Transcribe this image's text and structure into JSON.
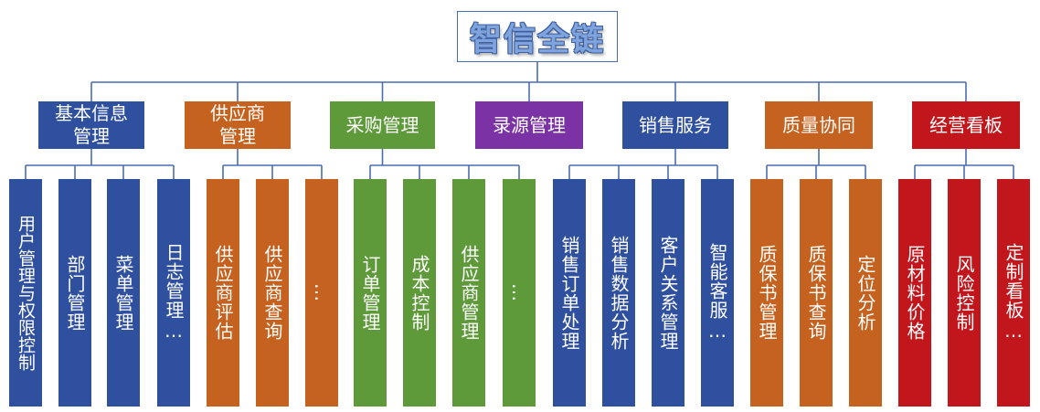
{
  "root": {
    "title": "智信全链"
  },
  "colors": {
    "blue": "#2f4f9f",
    "orange": "#c5621f",
    "green": "#5f9a3a",
    "purple": "#7b32a4",
    "red": "#c0161c",
    "line": "#4a6db0"
  },
  "categories": [
    {
      "label": "基本信息\n管理",
      "color": "blue",
      "children": [
        "用户管理与权限控制",
        "部门管理",
        "菜单管理",
        "日志管理…"
      ]
    },
    {
      "label": "供应商\n管理",
      "color": "orange",
      "children": [
        "供应商评估",
        "供应商查询",
        "…"
      ]
    },
    {
      "label": "采购管理",
      "color": "green",
      "children": [
        "订单管理",
        "成本控制",
        "供应商管理",
        "…"
      ]
    },
    {
      "label": "录源管理",
      "color": "purple",
      "children": []
    },
    {
      "label": "销售服务",
      "color": "blue",
      "children": [
        "销售订单处理",
        "销售数据分析",
        "客户关系管理",
        "智能客服…"
      ]
    },
    {
      "label": "质量协同",
      "color": "orange",
      "children": [
        "质保书管理",
        "质保书查询",
        "定位分析"
      ]
    },
    {
      "label": "经营看板",
      "color": "red",
      "children": [
        "原材料价格",
        "风险控制",
        "定制看板…"
      ]
    }
  ]
}
